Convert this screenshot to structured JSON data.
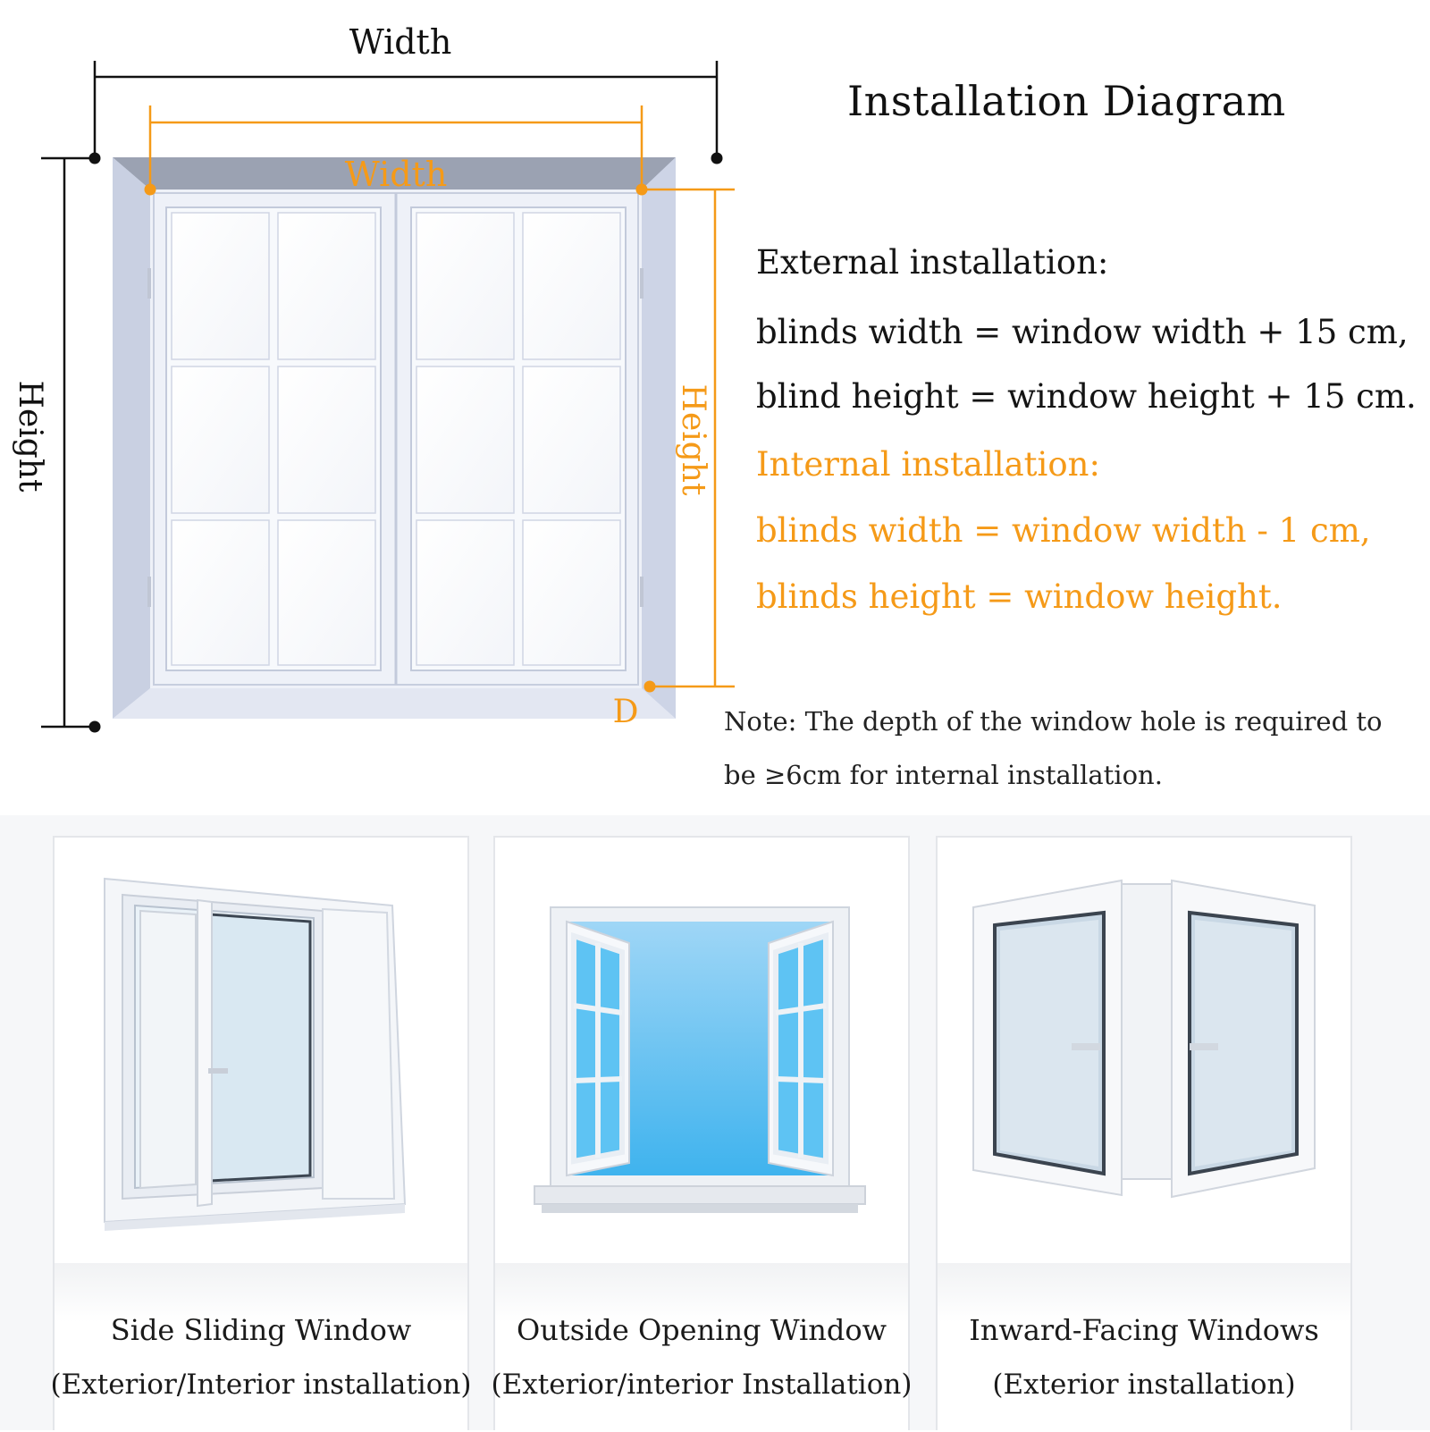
{
  "diagram": {
    "title": "Installation Diagram",
    "outer_width_label": "Width",
    "outer_height_label": "Height",
    "inner_width_label": "Width",
    "inner_height_label": "Height",
    "depth_label": "D",
    "colors": {
      "accent": "#f59a18",
      "text": "#111111",
      "frame": "#d9dfef"
    }
  },
  "instructions": {
    "external_heading": "External installation:",
    "external_width": "blinds width = window width + 15 cm,",
    "external_height": "blind height = window height + 15 cm.",
    "internal_heading": "Internal installation:",
    "internal_width": "blinds width = window width - 1 cm,",
    "internal_height": "blinds height = window height.",
    "note_line1": "Note: The depth of the window hole is required to",
    "note_line2": "be ≥6cm for internal installation."
  },
  "window_types": [
    {
      "title": "Side Sliding Window",
      "subtitle": "(Exterior/Interior installation)",
      "icon": "sliding-window-icon"
    },
    {
      "title": "Outside Opening Window",
      "subtitle": "(Exterior/interior Installation)",
      "icon": "outward-casement-window-icon"
    },
    {
      "title": "Inward-Facing Windows",
      "subtitle": "(Exterior installation)",
      "icon": "inward-casement-window-icon"
    }
  ]
}
